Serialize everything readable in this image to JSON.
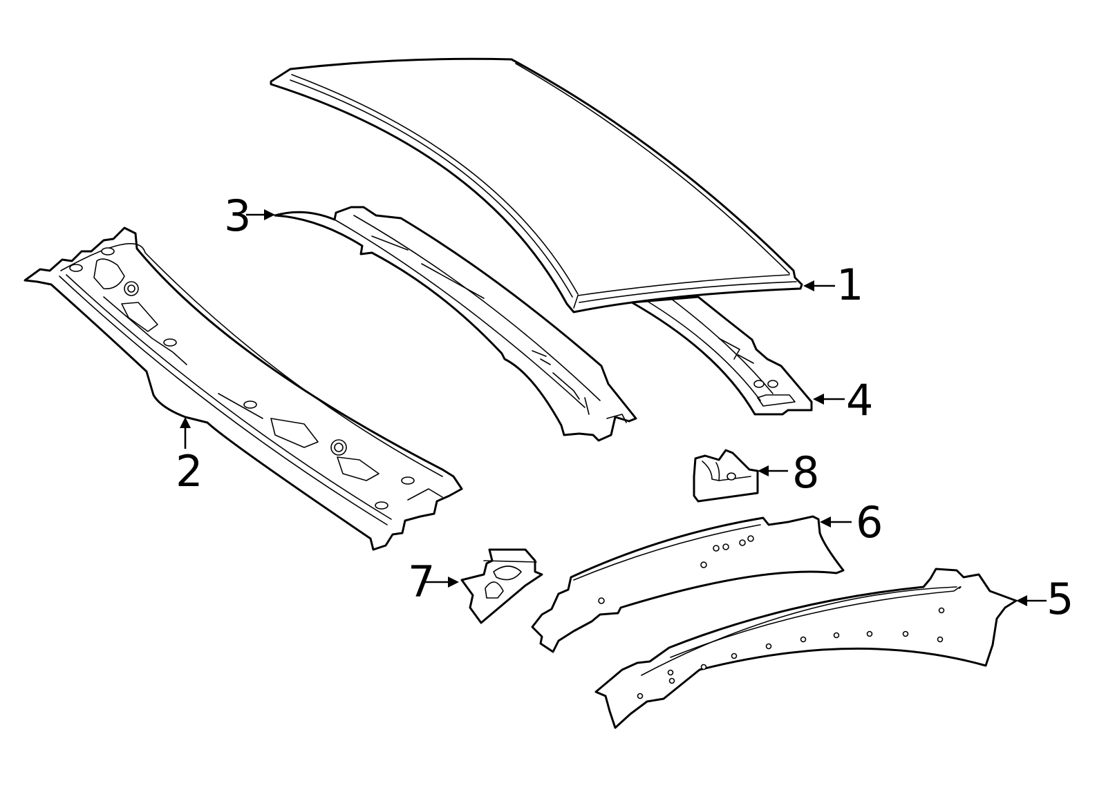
{
  "diagram": {
    "callouts": [
      {
        "id": "1",
        "label": "1",
        "part": "roof-panel"
      },
      {
        "id": "2",
        "label": "2",
        "part": "front-header"
      },
      {
        "id": "3",
        "label": "3",
        "part": "roof-bow"
      },
      {
        "id": "4",
        "label": "4",
        "part": "rear-header"
      },
      {
        "id": "5",
        "label": "5",
        "part": "side-rail-outer"
      },
      {
        "id": "6",
        "label": "6",
        "part": "side-rail-inner"
      },
      {
        "id": "7",
        "label": "7",
        "part": "bracket-small"
      },
      {
        "id": "8",
        "label": "8",
        "part": "bracket-upper"
      }
    ]
  }
}
